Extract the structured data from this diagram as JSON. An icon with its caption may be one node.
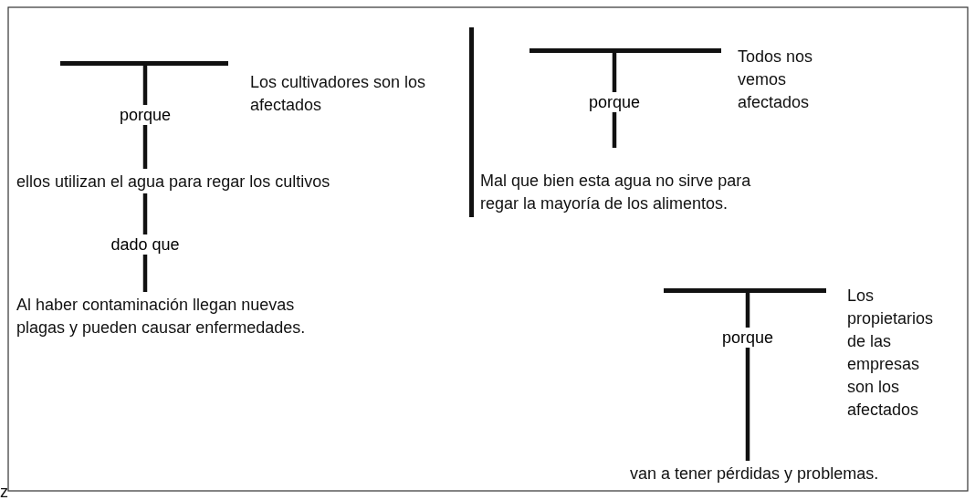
{
  "diagram": {
    "nodes": [
      {
        "text": [],
        "shape": "bar",
        "beside": [
          "Los cultivadores son los afectados"
        ]
      },
      {
        "text": [
          "ellos utilizan el agua para regar los cultivos"
        ]
      },
      {
        "text": [
          "Al haber contaminación llegan nuevas plagas y pueden causar enfermedades."
        ]
      },
      {
        "text": [],
        "shape": "bar",
        "beside": [
          "Todos nos vemos afectados"
        ]
      },
      {
        "text": [
          "Mal que bien esta agua no sirve para regar la mayoría de los alimentos."
        ]
      },
      {
        "text": [],
        "shape": "bar",
        "beside": [
          "Los propietarios de las empresas son los afectados"
        ]
      },
      {
        "text": [
          "van a tener pérdidas y problemas."
        ]
      }
    ],
    "edges": [
      {
        "from": 0,
        "to": 1,
        "arrow": "none",
        "label": "porque"
      },
      {
        "from": 1,
        "to": 2,
        "arrow": "none",
        "label": "dado que"
      },
      {
        "from": 3,
        "to": 4,
        "arrow": "none",
        "label": "porque"
      },
      {
        "from": 5,
        "to": 6,
        "arrow": "none",
        "label": "porque"
      }
    ],
    "labels": [
      "z"
    ]
  }
}
